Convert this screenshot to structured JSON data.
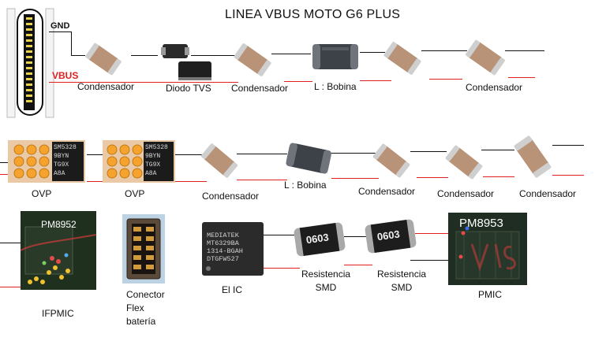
{
  "title": "LINEA VBUS MOTO G6 PLUS",
  "connector": {
    "gnd_label": "GND",
    "vbus_label": "VBUS"
  },
  "row1": {
    "labels": [
      "Condensador",
      "Diodo TVS",
      "Condensador",
      "L : Bobina",
      "Condensador"
    ]
  },
  "row2": {
    "ovp_chip_text": [
      "SM5328",
      "9BYN",
      "TG9X",
      "A8A"
    ],
    "labels": [
      "OVP",
      "OVP",
      "Condensador",
      "L : Bobina",
      "Condensador",
      "Condensador",
      "Condensador"
    ]
  },
  "row3": {
    "ifpmic_chip_text": "PM8952",
    "ifpmic_label": "IFPMIC",
    "connector_label_lines": [
      "Conector",
      "Flex",
      "batería"
    ],
    "ic_chip_lines": [
      "MEDIATEK",
      "MT6329BA",
      "1314-BGAH",
      "DTGFW527"
    ],
    "ic_label": "El IC",
    "resistor_marking": "0603",
    "resistor_label_lines": [
      "Resistencia",
      "SMD"
    ],
    "pmic_chip_text": "PM8953",
    "pmic_label": "PMIC"
  },
  "colors": {
    "wire": "#111111",
    "vbus_wire": "#e02020",
    "cap_body": "#b89378",
    "cap_end": "#cfcfcf"
  }
}
